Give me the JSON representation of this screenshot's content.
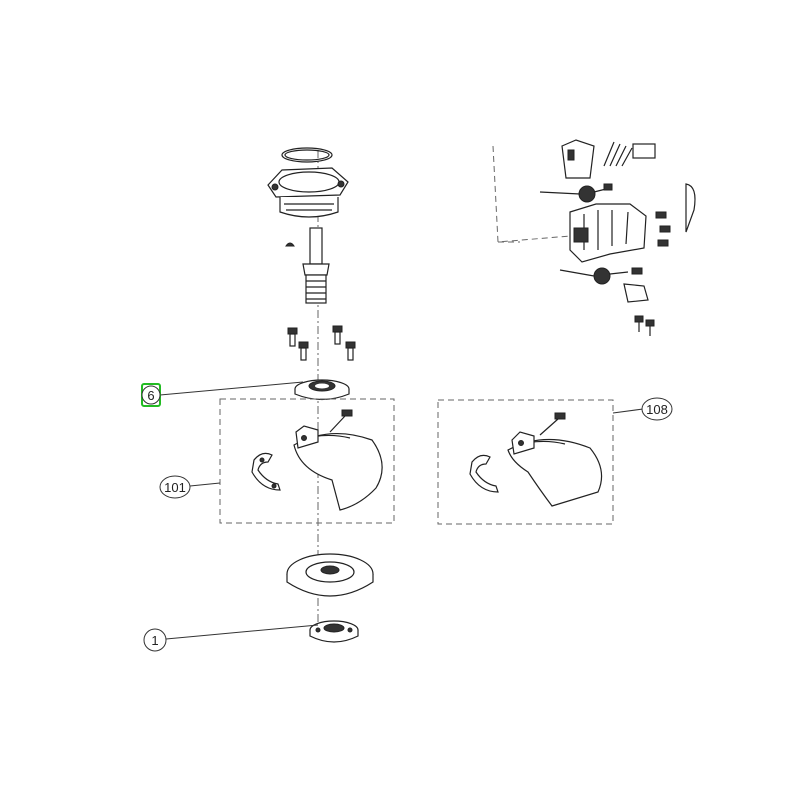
{
  "callouts": [
    {
      "id": "c6",
      "label": "6",
      "highlight": true
    },
    {
      "id": "c101",
      "label": "101",
      "highlight": false
    },
    {
      "id": "c108",
      "label": "108",
      "highlight": false
    },
    {
      "id": "c1",
      "label": "1",
      "highlight": false
    }
  ],
  "colors": {
    "highlight": "#22bb22",
    "ink": "#222222"
  }
}
